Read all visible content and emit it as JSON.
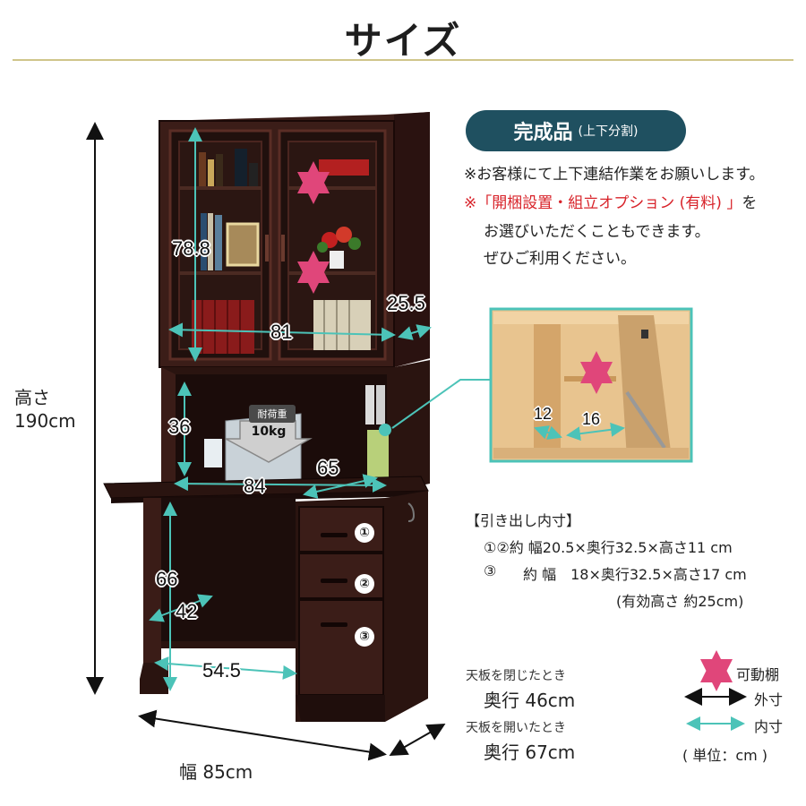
{
  "title": "サイズ",
  "badge": {
    "main": "完成品",
    "sub": "(上下分割)"
  },
  "notes": {
    "line1": "※お客様にて上下連結作業をお願いします。",
    "line2_prefix": "※",
    "line2_red": "「開梱設置・組立オプション (有料) 」",
    "line2_suffix": "を",
    "line3": "お選びいただくこともできます。",
    "line4": "ぜひご利用ください。"
  },
  "dimensions": {
    "height_label": "高さ",
    "height_value": "190cm",
    "upper_height": "78.8",
    "upper_depth": "25.5",
    "upper_width": "81",
    "desk_opening_height": "36",
    "desk_width": "84",
    "desk_depth": "65",
    "knee_height": "66",
    "knee_depth": "42",
    "knee_width": "54.5",
    "width_label": "幅 85cm",
    "shelf_inner_left": "12",
    "shelf_inner_right": "16"
  },
  "load_label": {
    "line1": "耐荷重",
    "line2": "10kg"
  },
  "drawer_numbers": [
    "①",
    "②",
    "③"
  ],
  "drawer_info": {
    "heading": "【引き出し内寸】",
    "row1": "①②約 幅20.5×奥行32.5×高さ11 cm",
    "row2_num": "③",
    "row2": "約 幅　18×奥行32.5×高さ17 cm",
    "row3": "(有効高さ 約25cm)"
  },
  "depth_info": {
    "closed_label": "天板を閉じたとき",
    "closed_value": "奥行 46cm",
    "open_label": "天板を開いたとき",
    "open_value": "奥行 67cm"
  },
  "legend": {
    "movable": "可動棚",
    "outer": "外寸",
    "inner": "内寸",
    "unit": "( 単位：cm )"
  },
  "colors": {
    "badge": "#1f5060",
    "red_text": "#d8232a",
    "pink_arrow": "#e0467a",
    "teal_arrow": "#4cc3b8",
    "wood_dark": "#2e1512",
    "rule": "#cfc58a"
  }
}
